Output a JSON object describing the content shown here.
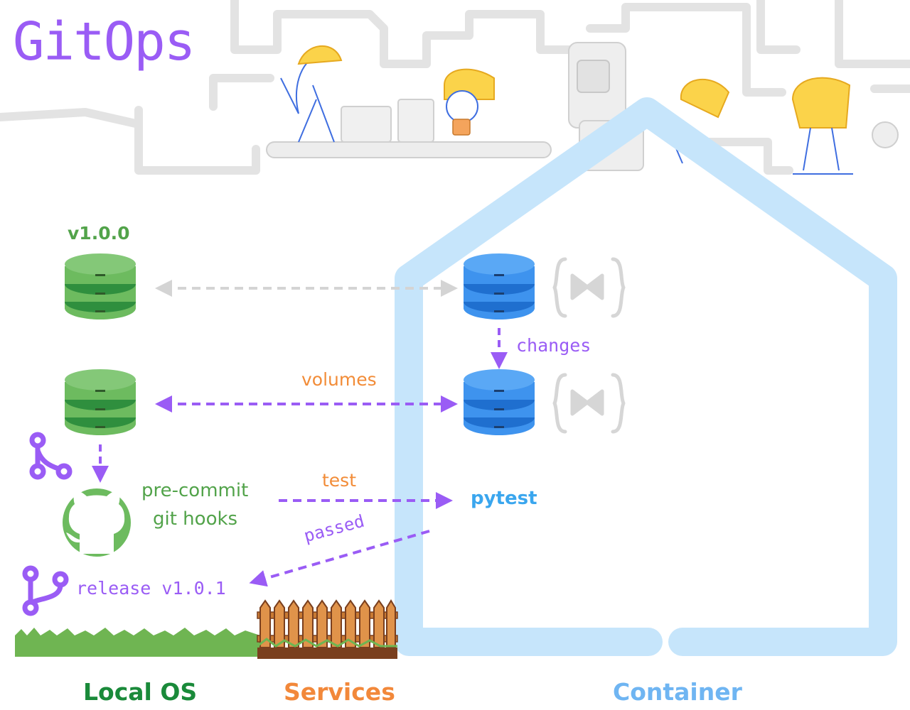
{
  "title": "GitOps",
  "labels": {
    "version": "v1.0.0",
    "changes": "changes",
    "volumes": "volumes",
    "precommit_line1": "pre-commit",
    "precommit_line2": "git hooks",
    "test": "test",
    "pytest": "pytest",
    "passed": "passed",
    "release": "release v1.0.1"
  },
  "sections": {
    "local": "Local OS",
    "services": "Services",
    "container": "Container"
  },
  "colors": {
    "purple": "#9a5cf5",
    "green": "#52a34a",
    "green_db": "#6dbb5f",
    "green_dark": "#2f8f3e",
    "blue_db": "#3e93ee",
    "orange": "#f28c38",
    "blue_text": "#3aa6ee",
    "house": "#c6e5fb",
    "section_green": "#1a8a3a",
    "section_orange": "#f2883a",
    "section_blue": "#6fb5f2"
  },
  "icons": [
    "database-icon",
    "visual-studio-code-icon",
    "github-octocat-icon",
    "git-branch-icon",
    "git-merge-icon",
    "picket-fence-icon",
    "grass-icon",
    "house-outline",
    "factory-conveyor-illustration",
    "hard-hat-worker-illustration"
  ]
}
